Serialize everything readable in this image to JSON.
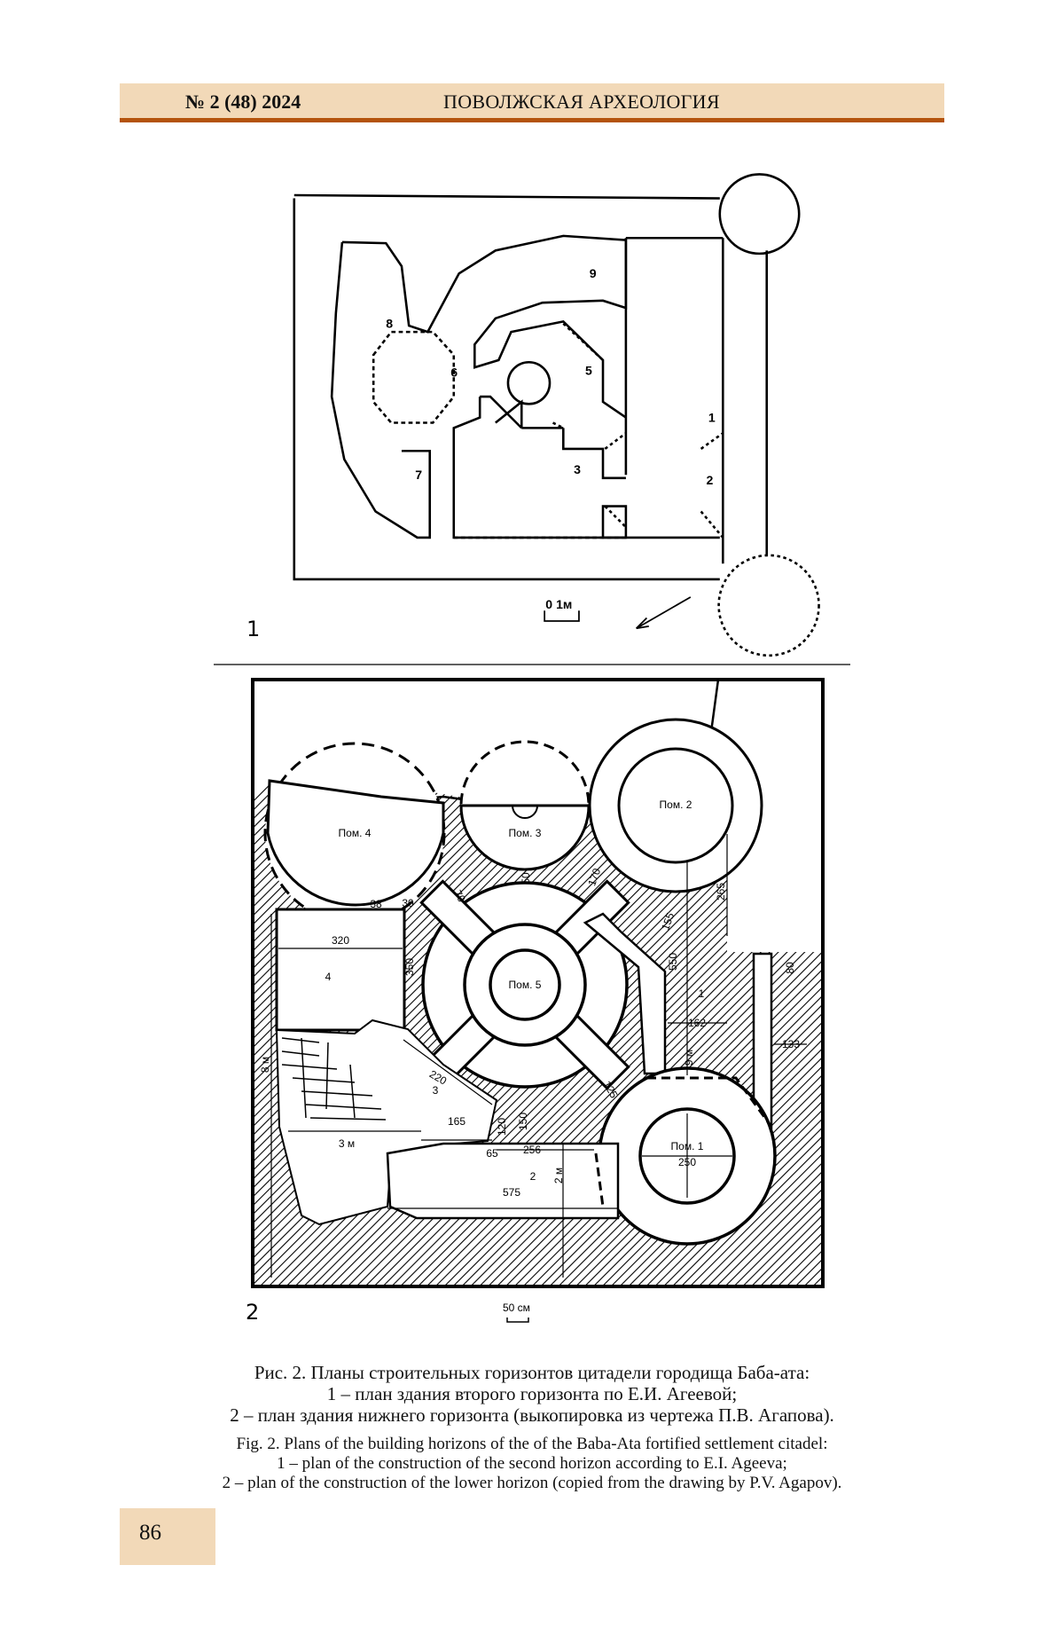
{
  "header": {
    "issue": "№ 2 (48) 2024",
    "journal": "ПОВОЛЖСКАЯ АРХЕОЛОГИЯ"
  },
  "figure1": {
    "panel_label": "1",
    "room_numbers": [
      "1",
      "2",
      "3",
      "5",
      "6",
      "7",
      "8",
      "9"
    ],
    "scale_label": "0  1м"
  },
  "figure2": {
    "panel_label": "2",
    "scale_label": "50 см",
    "rooms": {
      "pom1": "Пом. 1",
      "pom2": "Пом. 2",
      "pom3": "Пом. 3",
      "pom4": "Пом. 4",
      "pom5": "Пом. 5"
    },
    "area_labels": {
      "a1": "1",
      "a2": "2",
      "a3": "3",
      "a4": "4"
    },
    "dimensions": {
      "d320": "320",
      "d350": "350",
      "d250": "250",
      "d162": "162",
      "d133": "133",
      "d80": "80",
      "d265": "265",
      "d550": "550",
      "d9m": "9 м",
      "d8m": "8 м",
      "d220": "220",
      "d165": "165",
      "d3m": "3 м",
      "d120": "120",
      "d150": "150",
      "d65": "65",
      "d256": "256",
      "d2m": "2 м",
      "d575": "575",
      "d125": "125",
      "d70": "70",
      "d50": "50",
      "d170": "170",
      "d155": "155",
      "d38": "38",
      "d30": "30"
    }
  },
  "caption": {
    "ru": [
      "Рис. 2. Планы строительных горизонтов цитадели городища Баба-ата:",
      "1 – план здания второго горизонта по Е.И. Агеевой;",
      "2 – план здания нижнего горизонта (выкопировка из чертежа П.В. Агапова)."
    ],
    "en": [
      "Fig. 2. Plans of the building horizons of the of the Baba-Ata fortified settlement citadel:",
      "1 – plan of the construction of the second horizon according to E.I. Ageeva;",
      "2 – plan of the construction of the lower horizon (copied from the drawing by P.V. Agapov)."
    ]
  },
  "page_number": "86",
  "colors": {
    "band": "#f2d9b8",
    "rule": "#b4530c"
  }
}
